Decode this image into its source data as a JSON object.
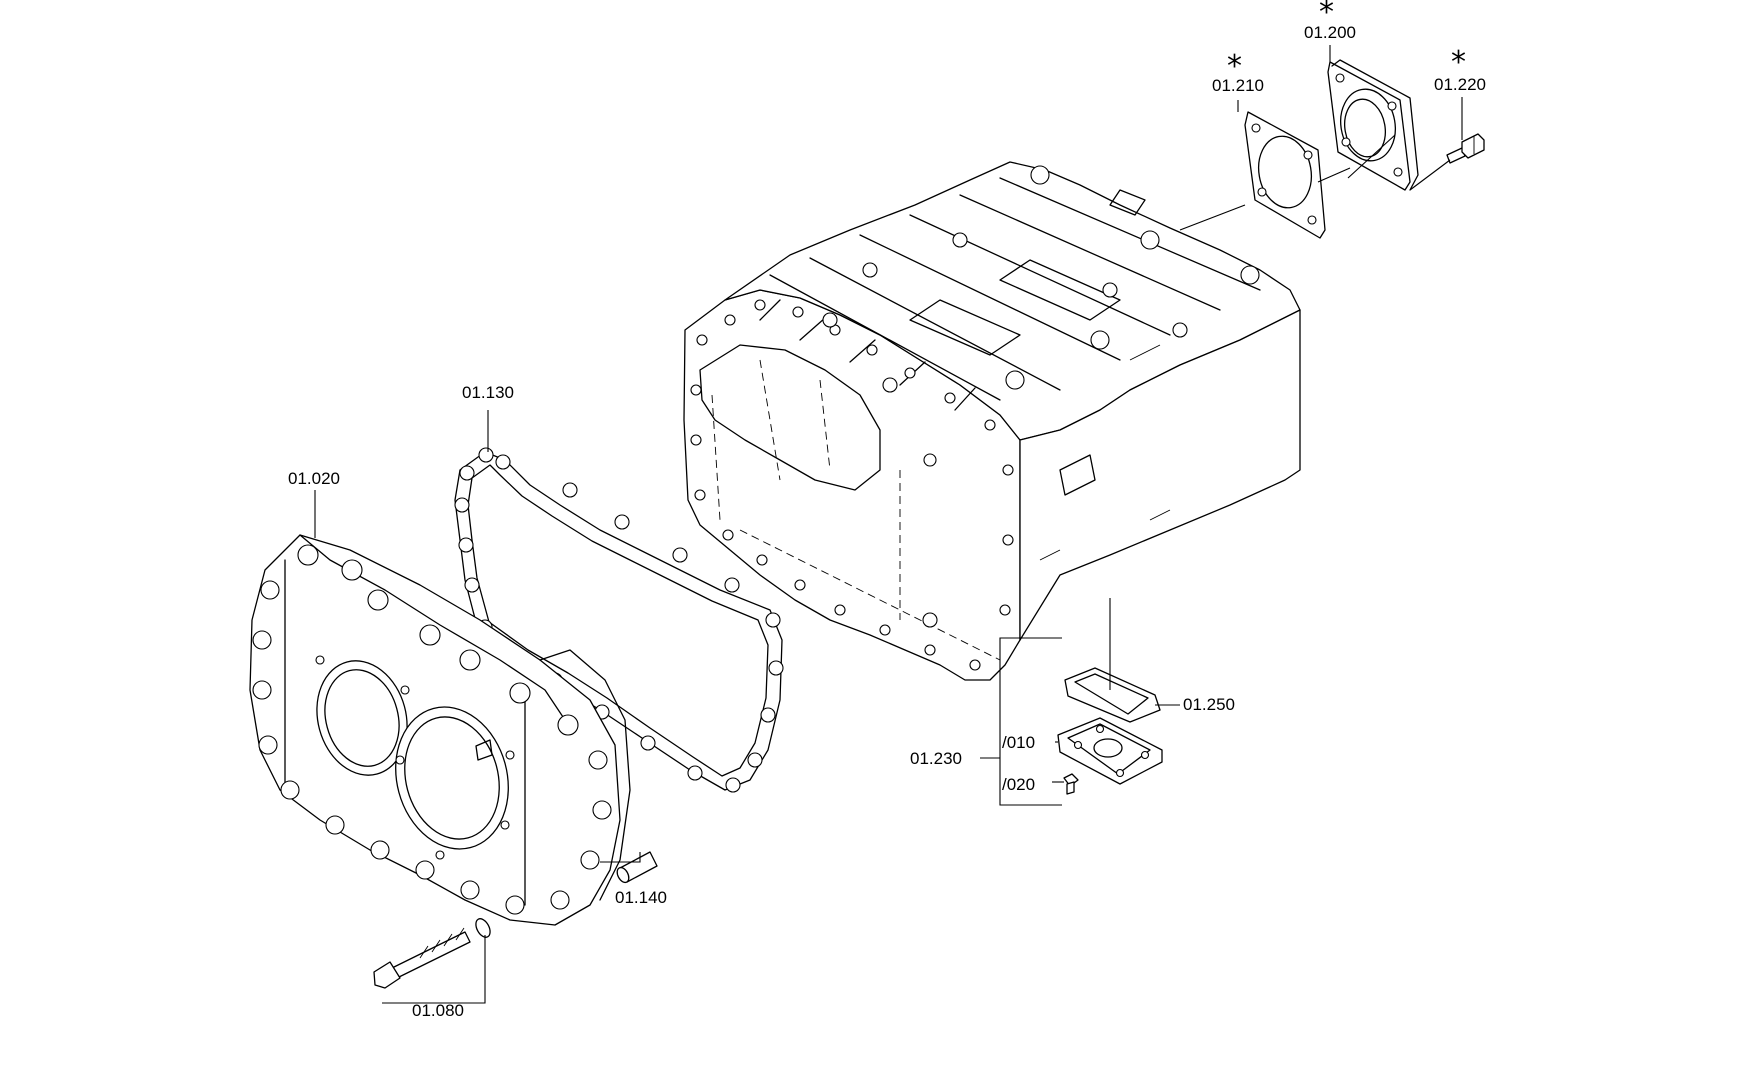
{
  "callouts": {
    "c01020": "01.020",
    "c01130": "01.130",
    "c01080": "01.080",
    "c01140": "01.140",
    "c01230": "01.230",
    "c01230_010": "/010",
    "c01230_020": "/020",
    "c01250": "01.250",
    "c01210": "01.210",
    "c01200": "01.200",
    "c01220": "01.220"
  },
  "marks": {
    "star_symbol": "*"
  },
  "colors": {
    "line": "#000000",
    "background": "#ffffff"
  }
}
